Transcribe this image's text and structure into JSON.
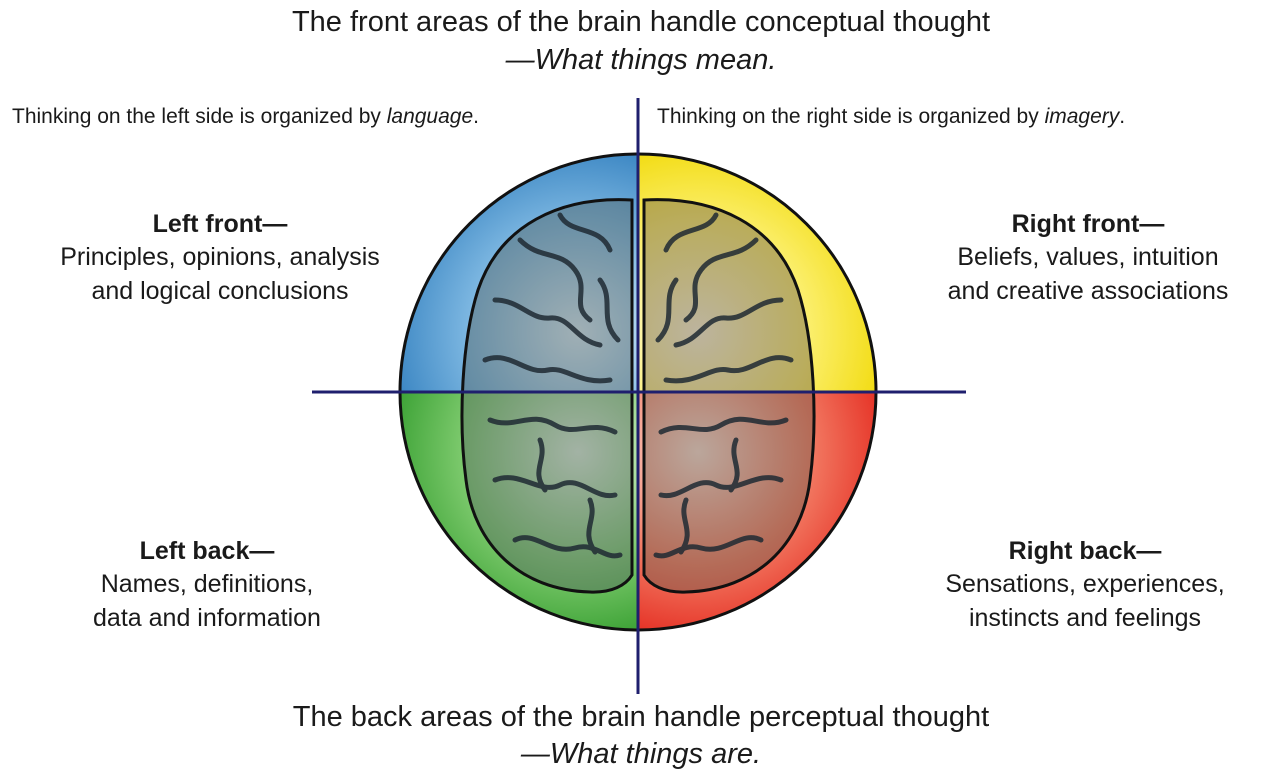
{
  "top": {
    "line1": "The front areas of the brain handle conceptual thought",
    "line2": "—What things mean."
  },
  "left_side": {
    "prefix": "Thinking on the left side is organized by ",
    "emphasis": "language",
    "suffix": "."
  },
  "right_side": {
    "prefix": "Thinking on the right side is organized by ",
    "emphasis": "imagery",
    "suffix": "."
  },
  "quadrants": {
    "left_front": {
      "title": "Left front—",
      "line1": "Principles, opinions, analysis",
      "line2": "and logical conclusions",
      "color": "#4a90c8"
    },
    "right_front": {
      "title": "Right front—",
      "line1": "Beliefs, values, intuition",
      "line2": "and creative associations",
      "color": "#f2e21c"
    },
    "left_back": {
      "title": "Left back—",
      "line1": "Names, definitions,",
      "line2": "data and information",
      "color": "#3fa33a"
    },
    "right_back": {
      "title": "Right back—",
      "line1": "Sensations, experiences,",
      "line2": "instincts and feelings",
      "color": "#e8362a"
    }
  },
  "bottom": {
    "line1": "The back areas of the brain handle perceptual thought",
    "line2": "—What things are."
  },
  "axis_color": "#1f1f6e"
}
